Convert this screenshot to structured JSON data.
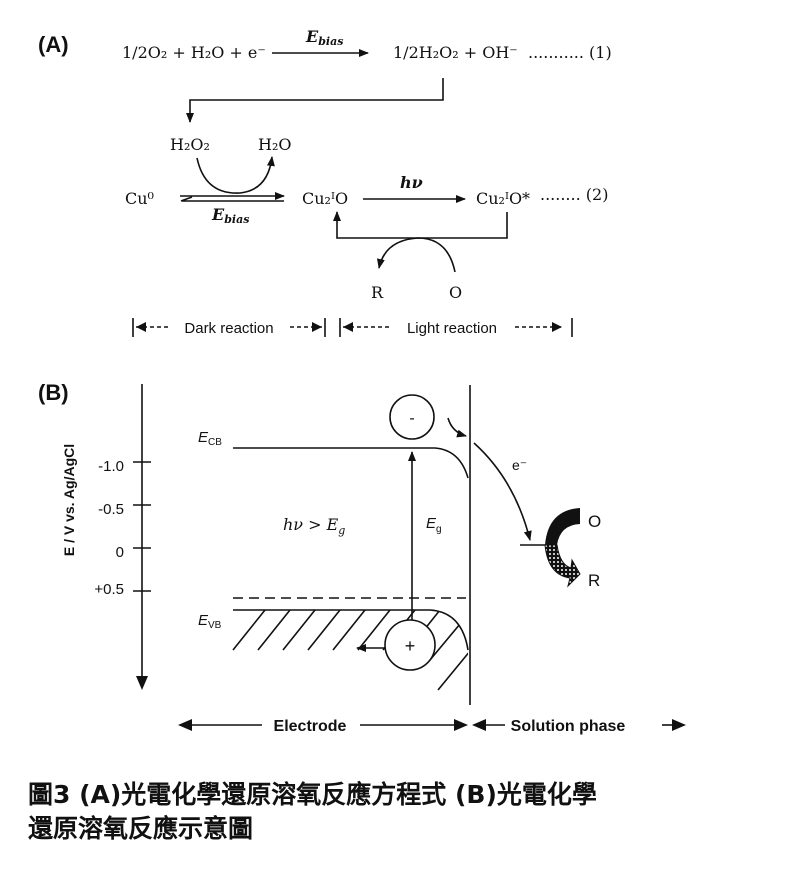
{
  "panel_a": {
    "label": "(A)",
    "eq1": {
      "left": "1/2O₂ + H₂O + e⁻",
      "arrow_label": "E",
      "arrow_label_sub": "bias",
      "right": "1/2H₂O₂  +  OH⁻",
      "number": "........... (1)"
    },
    "cycle": {
      "h2o2": "H₂O₂",
      "h2o": "H₂O"
    },
    "eq2": {
      "cu0": "Cu⁰",
      "bias_label": "E",
      "bias_sub": "bias",
      "cu2o": "Cu₂ᴵO",
      "hv": "hν",
      "cu2o_excited": "Cu₂ᴵO*",
      "number": "........ (2)"
    },
    "redox": {
      "r": "R",
      "o": "O"
    },
    "dark_reaction": "Dark reaction",
    "light_reaction": "Light reaction"
  },
  "panel_b": {
    "label": "(B)",
    "y_axis_label": "E / V vs. Ag/AgCl",
    "ticks": [
      "-1.0",
      "-0.5",
      "0",
      "+0.5"
    ],
    "ecb": "E",
    "ecb_sub": "CB",
    "evb": "E",
    "evb_sub": "VB",
    "minus": "-",
    "plus": "+",
    "electron": "e⁻",
    "hv_condition": "hν > E",
    "hv_condition_sub": "g",
    "eg": "E",
    "eg_sub": "g",
    "o": "O",
    "r": "R",
    "electrode": "Electrode",
    "solution_phase": "Solution phase"
  },
  "caption": {
    "line1": "圖3  (A)光電化學還原溶氧反應方程式  (B)光電化學",
    "line2": "還原溶氧反應示意圖"
  }
}
